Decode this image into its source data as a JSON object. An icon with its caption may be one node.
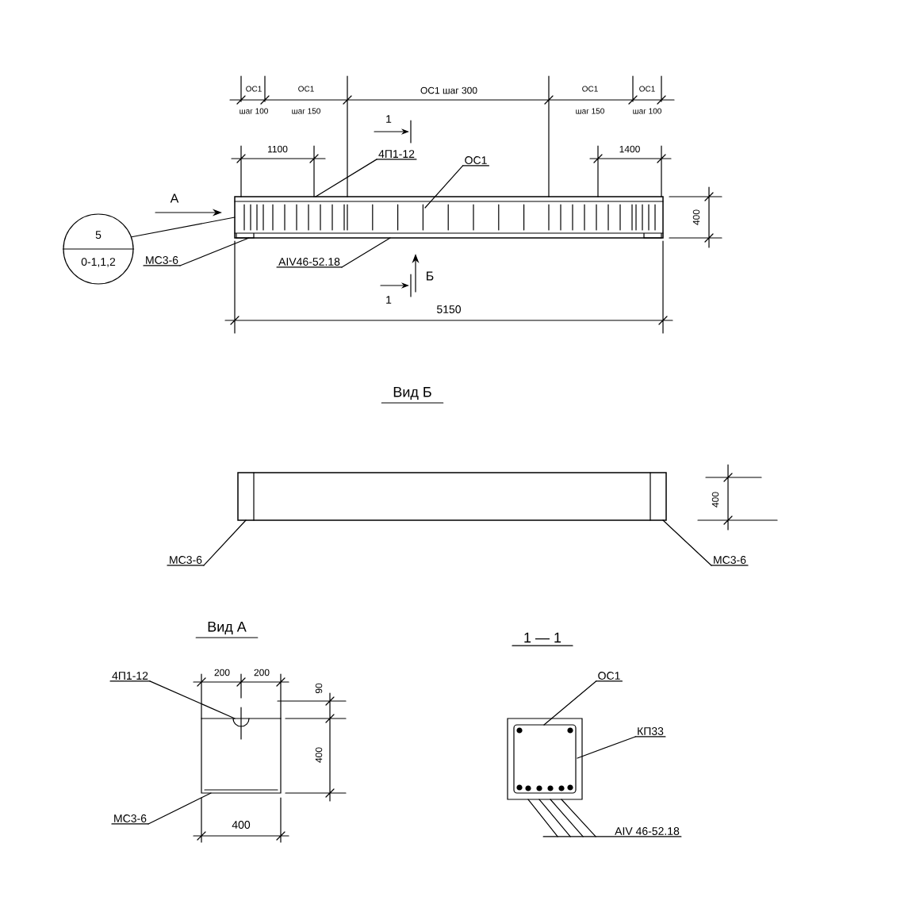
{
  "diagram": {
    "nodes": [
      {
        "text": [
          "4П1-12"
        ]
      },
      {
        "text": [
          "ОС1"
        ]
      },
      {
        "text": [
          "АIV46-52.18"
        ]
      },
      {
        "text": [
          "МС3-6"
        ]
      },
      {
        "text": [
          "5",
          "0-1,1,2"
        ]
      },
      {
        "text": [
          "МС3-6"
        ]
      },
      {
        "text": [
          "МС3-6"
        ]
      },
      {
        "text": [
          "4П1-12"
        ]
      },
      {
        "text": [
          "МС3-6"
        ]
      },
      {
        "text": [
          "ОС1"
        ]
      },
      {
        "text": [
          "КП33"
        ]
      },
      {
        "text": [
          "АIV 46-52.18"
        ]
      },
      {
        "text": [],
        "shape": "bar"
      },
      {
        "text": [],
        "shape": "bar"
      },
      {
        "text": [],
        "shape": "box"
      },
      {
        "text": [],
        "shape": "box"
      }
    ],
    "edges": [
      {
        "from": 0,
        "to": 12,
        "arrow": "none"
      },
      {
        "from": 1,
        "to": 12,
        "arrow": "none"
      },
      {
        "from": 2,
        "to": 12,
        "arrow": "none"
      },
      {
        "from": 3,
        "to": 12,
        "arrow": "none"
      },
      {
        "from": 4,
        "to": 12,
        "arrow": "none"
      },
      {
        "from": 5,
        "to": 13,
        "arrow": "none"
      },
      {
        "from": 6,
        "to": 13,
        "arrow": "none"
      },
      {
        "from": 7,
        "to": 14,
        "arrow": "none"
      },
      {
        "from": 8,
        "to": 14,
        "arrow": "none"
      },
      {
        "from": 9,
        "to": 15,
        "arrow": "none"
      },
      {
        "from": 10,
        "to": 15,
        "arrow": "none"
      },
      {
        "from": 11,
        "to": 15,
        "arrow": "none"
      },
      {
        "from": 11,
        "to": 15,
        "arrow": "none"
      },
      {
        "from": 11,
        "to": 15,
        "arrow": "none"
      },
      {
        "from": 11,
        "to": 15,
        "arrow": "none"
      }
    ],
    "labels": [
      "ОС1",
      "шаг 100",
      "ОС1",
      "шаг 150",
      "ОС1 шаг 300",
      "ОС1",
      "шаг 150",
      "ОС1",
      "шаг 100",
      "1100",
      "1400",
      "1",
      "А",
      "Б",
      "1",
      "5150",
      "400",
      "Вид Б",
      "400",
      "Вид А",
      "200",
      "200",
      "90",
      "400",
      "400",
      "1 — 1"
    ]
  }
}
